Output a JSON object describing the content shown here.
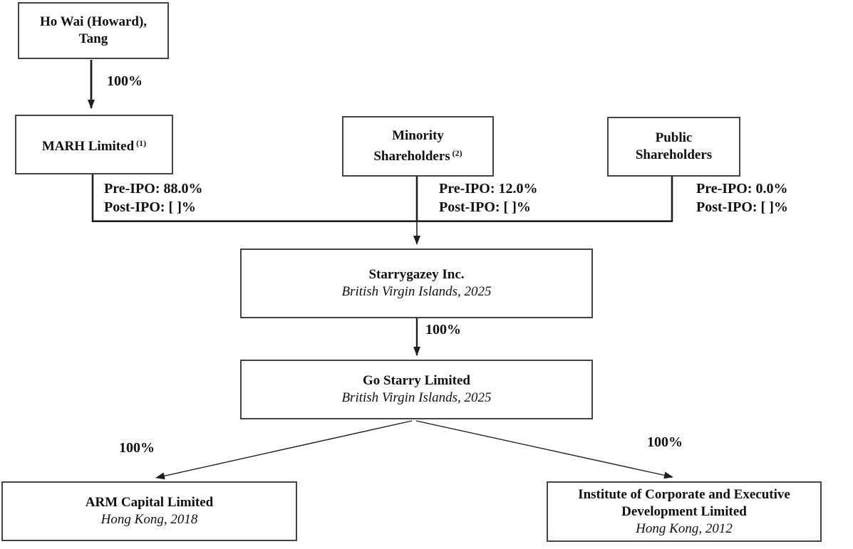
{
  "figure": {
    "type": "corporate-structure-diagram",
    "colors": {
      "background": "#ffffff",
      "box_border": "#434343",
      "line": "#1f1f1f",
      "text": "#101010"
    }
  },
  "nodes": {
    "ho_wai": {
      "lines": [
        "Ho Wai (Howard),",
        "Tang"
      ]
    },
    "marh": {
      "name": "MARH Limited",
      "footnote": "(1)"
    },
    "minority": {
      "lines": [
        "Minority",
        "Shareholders"
      ],
      "footnote": "(2)"
    },
    "public_shareholders": {
      "lines": [
        "Public",
        "Shareholders"
      ]
    },
    "starrygazey": {
      "name": "Starrygazey Inc.",
      "jurisdiction": "British Virgin Islands, 2025"
    },
    "go_starry": {
      "name": "Go Starry Limited",
      "jurisdiction": "British Virgin Islands, 2025"
    },
    "arm_capital": {
      "name": "ARM Capital Limited",
      "jurisdiction": "Hong Kong, 2018"
    },
    "institute": {
      "name_lines": [
        "Institute of Corporate and Executive",
        "Development Limited"
      ],
      "jurisdiction": "Hong Kong, 2012"
    }
  },
  "edges": {
    "ho_wai_to_marh": {
      "label": "100%"
    },
    "marh_to_starrygazey": {
      "pre": "Pre-IPO: 88.0%",
      "post": "Post-IPO: [ ]%"
    },
    "minority_to_starrygazey": {
      "pre": "Pre-IPO: 12.0%",
      "post": "Post-IPO: [ ]%"
    },
    "public_to_starrygazey": {
      "pre": "Pre-IPO: 0.0%",
      "post": "Post-IPO: [ ]%"
    },
    "starrygazey_to_go_starry": {
      "label": "100%"
    },
    "go_starry_to_arm_capital": {
      "label": "100%"
    },
    "go_starry_to_institute": {
      "label": "100%"
    }
  }
}
